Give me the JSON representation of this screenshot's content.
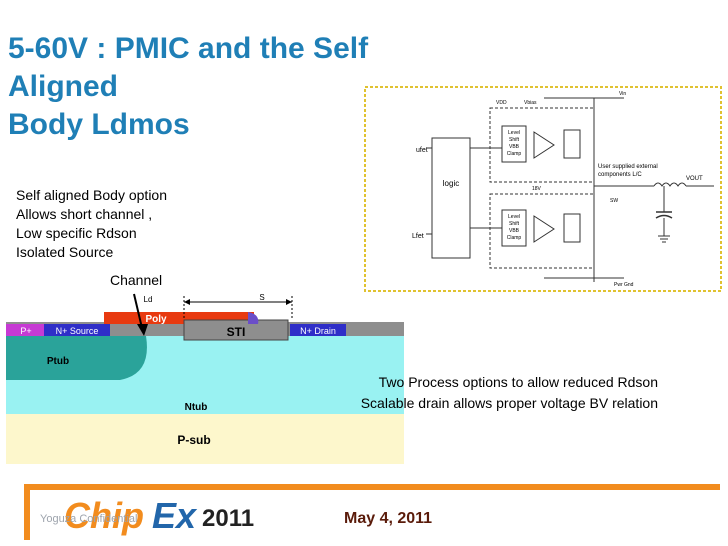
{
  "slide": {
    "title_lines": [
      "5-60V : PMIC and the Self",
      "Aligned",
      "Body Ldmos"
    ],
    "bullets": [
      "Self aligned Body option",
      "Allows  short channel ,",
      "Low specific Rdson",
      "Isolated Source"
    ],
    "channel_label": "Channel",
    "note_lines": [
      "Two Process options to allow  reduced Rdson",
      "Scalable drain allows proper voltage BV relation"
    ],
    "footer": {
      "confidential": "Yoguza Confidential",
      "date": "May 4, 2011",
      "logo_text_1": "Chip",
      "logo_text_2": "Ex",
      "logo_year": "2011"
    }
  },
  "device": {
    "labels": {
      "p_plus": "P+",
      "n_source": "N+ Source",
      "poly": "Poly",
      "sti": "STI",
      "n_drain": "N+ Drain",
      "ptub": "Ptub",
      "ntub": "Ntub",
      "p_sub": "P-sub",
      "ld": "Ld",
      "s": "S"
    }
  },
  "circuit": {
    "labels": {
      "vin": "Vin",
      "vdd": "VDD",
      "vbias": "Vbias",
      "ufet": "ufet",
      "logic": "logic",
      "lfet": "Lfet",
      "level_shift_top": "Level",
      "level_shift_top2": "Shift",
      "vbias_small": "VBB",
      "clamp": "Clamp",
      "user_supplied_1": "User supplied external",
      "user_supplied_2": "components L/C",
      "vout": "VOUT",
      "sw": "SW",
      "pwr_gnd": "Pwr Gnd",
      "v18": "18V"
    }
  },
  "colors": {
    "title": "#1f7fb6",
    "date": "#5a1b0a",
    "circuit_border": "#e0c230",
    "footer_bar": "#f28c1e"
  }
}
